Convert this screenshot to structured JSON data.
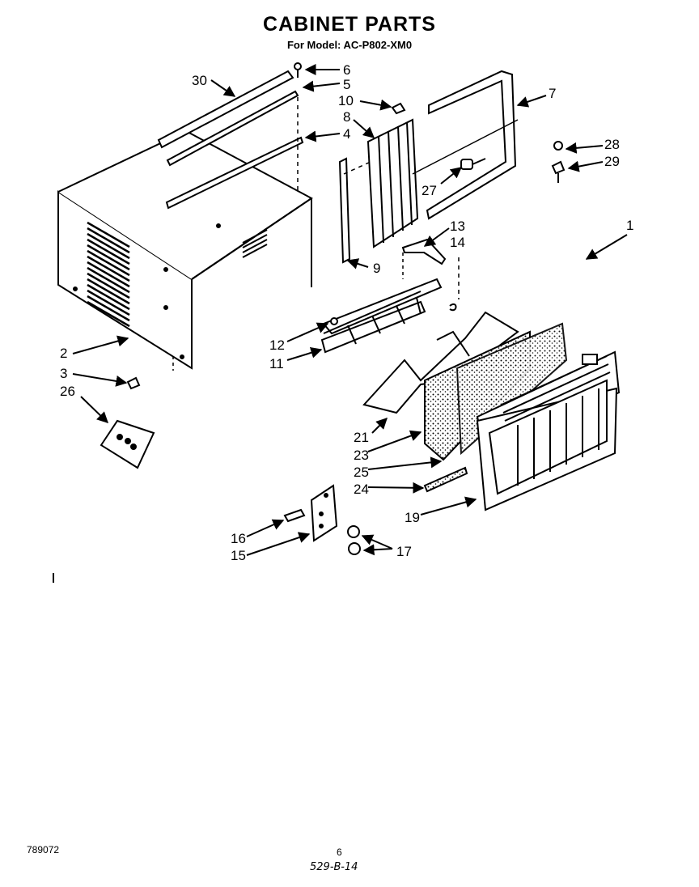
{
  "header": {
    "title": "CABINET PARTS",
    "subtitle": "For Model: AC-P802-XM0"
  },
  "callouts": {
    "c1": "1",
    "c2": "2",
    "c3": "3",
    "c4": "4",
    "c5": "5",
    "c6": "6",
    "c7": "7",
    "c8": "8",
    "c9": "9",
    "c10": "10",
    "c11": "11",
    "c12": "12",
    "c13": "13",
    "c14": "14",
    "c15": "15",
    "c16": "16",
    "c17": "17",
    "c19": "19",
    "c21": "21",
    "c23": "23",
    "c24": "24",
    "c25": "25",
    "c26": "26",
    "c27": "27",
    "c28": "28",
    "c29": "29",
    "c30": "30"
  },
  "footer": {
    "code": "789072",
    "page": "6",
    "handwritten": "529-B-14"
  }
}
